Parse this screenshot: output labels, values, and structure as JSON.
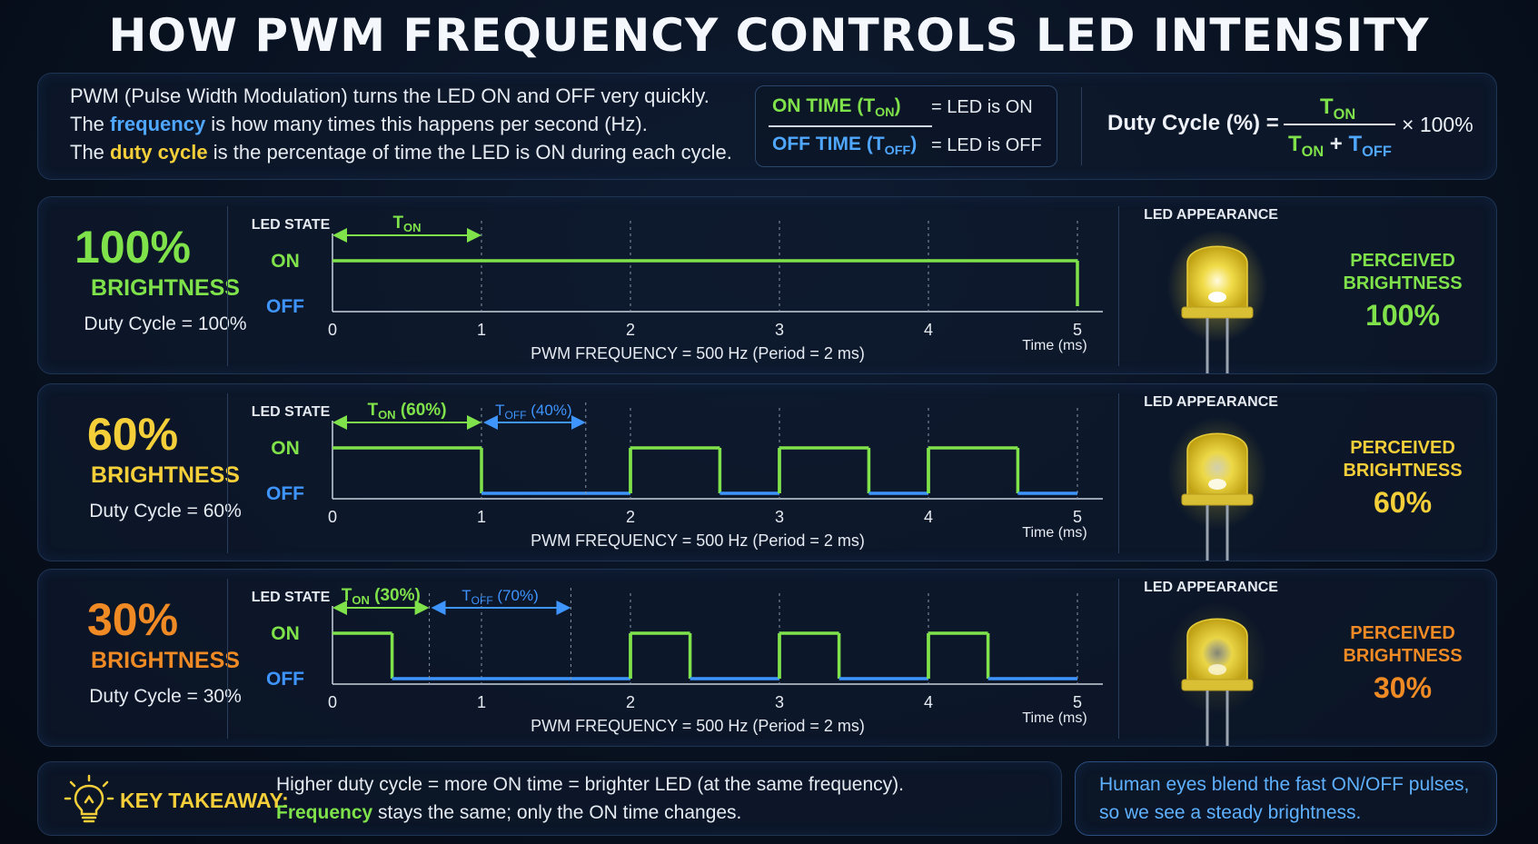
{
  "title": "HOW PWM FREQUENCY CONTROLS LED INTENSITY",
  "intro": {
    "line1": "PWM (Pulse Width Modulation) turns the LED ON and OFF very quickly.",
    "line2_pre": "The ",
    "line2_hl": "frequency",
    "line2_post": " is how many times this happens per second (Hz).",
    "line3_pre": "The ",
    "line3_hl": "duty cycle",
    "line3_post": " is the percentage of time the LED is ON during each cycle."
  },
  "definitions": {
    "on_label": "ON TIME (T",
    "on_sub": "ON",
    "on_close": ")",
    "on_desc": "=  LED is ON",
    "off_label": "OFF TIME (T",
    "off_sub": "OFF",
    "off_close": ")",
    "off_desc": "=  LED is OFF"
  },
  "formula": {
    "label": "Duty Cycle (%)  =",
    "num": "T",
    "num_sub": "ON",
    "den_a": "T",
    "den_a_sub": "ON",
    "den_plus": " + ",
    "den_b": "T",
    "den_b_sub": "OFF",
    "mult": "× 100%"
  },
  "colors": {
    "on": "#7fe24a",
    "off": "#3f95ff",
    "p100": "#7fe24a",
    "p60": "#f4cf3a",
    "p30": "#f08a24"
  },
  "common": {
    "led_state": "LED STATE",
    "on": "ON",
    "off": "OFF",
    "time_label": "Time (ms)",
    "freq_label": "PWM FREQUENCY = 500 Hz (Period = 2 ms)",
    "led_appearance": "LED APPEARANCE",
    "perceived_1": "PERCEIVED",
    "perceived_2": "BRIGHTNESS",
    "brightness_word": "BRIGHTNESS",
    "t": "T",
    "on_sub": "ON",
    "off_sub": "OFF"
  },
  "rows": [
    {
      "pct": "100%",
      "duty": "Duty Cycle = 100%",
      "perceived": "100%",
      "color_key": "p100",
      "duty_value": 1.0,
      "on_annotation_pct": "",
      "off_annotation_pct": "",
      "glow": 1.0
    },
    {
      "pct": "60%",
      "duty": "Duty Cycle = 60%",
      "perceived": "60%",
      "color_key": "p60",
      "duty_value": 0.6,
      "on_annotation_pct": " (60%)",
      "off_annotation_pct": " (40%)",
      "glow": 0.7
    },
    {
      "pct": "30%",
      "duty": "Duty Cycle = 30%",
      "perceived": "30%",
      "color_key": "p30",
      "duty_value": 0.3,
      "on_annotation_pct": " (30%)",
      "off_annotation_pct": " (70%)",
      "glow": 0.35
    }
  ],
  "chart_data": {
    "type": "line",
    "x_ticks": [
      0,
      1,
      2,
      3,
      4,
      5
    ],
    "xlabel": "Time (ms)",
    "ylabel": "LED STATE",
    "y_levels": [
      "OFF",
      "ON"
    ],
    "series": [
      {
        "duty_cycle": 100,
        "edges": [
          [
            0,
            1
          ],
          [
            5,
            1
          ]
        ]
      },
      {
        "duty_cycle": 60,
        "edges": [
          [
            0,
            1
          ],
          [
            1,
            0
          ],
          [
            2,
            1
          ],
          [
            2.6,
            0
          ],
          [
            3,
            1
          ],
          [
            3.6,
            0
          ],
          [
            4,
            1
          ],
          [
            4.6,
            0
          ],
          [
            5,
            0
          ]
        ]
      },
      {
        "duty_cycle": 30,
        "edges": [
          [
            0,
            1
          ],
          [
            0.4,
            0
          ],
          [
            2,
            1
          ],
          [
            2.4,
            0
          ],
          [
            3,
            1
          ],
          [
            3.4,
            0
          ],
          [
            4,
            1
          ],
          [
            4.4,
            0
          ],
          [
            5,
            0
          ]
        ]
      }
    ]
  },
  "footer": {
    "kt_label": "KEY TAKEAWAY:",
    "line1": "Higher duty cycle = more ON time = brighter LED (at the same frequency).",
    "line2_hl": "Frequency",
    "line2_post": " stays the same; only the ON time changes.",
    "eye1": "Human eyes blend the fast ON/OFF pulses,",
    "eye2": "so we see a steady brightness."
  }
}
